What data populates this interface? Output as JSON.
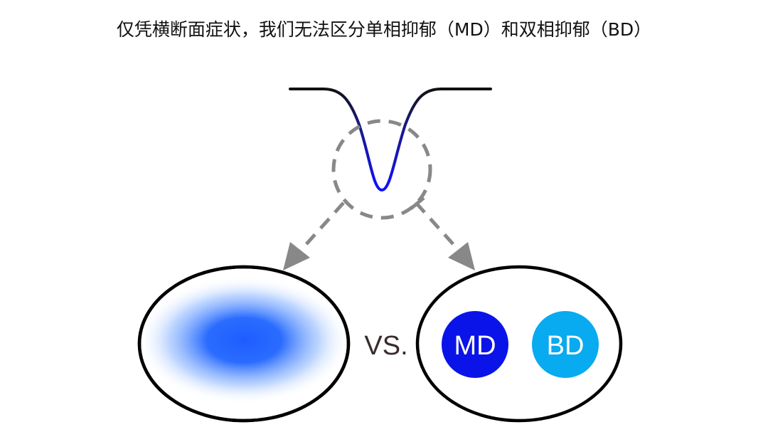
{
  "title": "仅凭横断面症状，我们无法区分单相抑郁（MD）和双相抑郁（BD）",
  "vs_label": "VS.",
  "md_label": "MD",
  "bd_label": "BD",
  "colors": {
    "md": "#0a14e8",
    "bd": "#08aaf0",
    "curve_low": "#1010ff",
    "dash": "#888888",
    "blob": "#1f5cff"
  }
}
